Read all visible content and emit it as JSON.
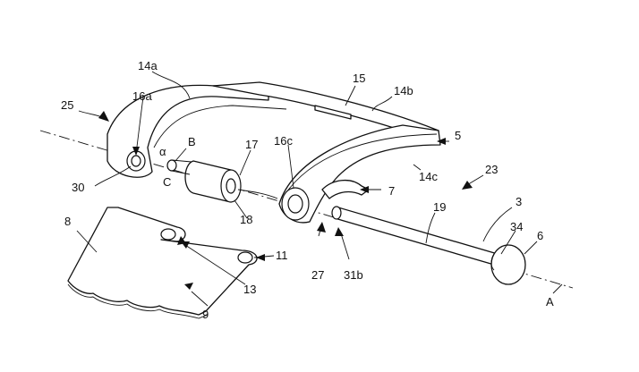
{
  "labels": {
    "l14a": "14a",
    "l15": "15",
    "l14b": "14b",
    "l25": "25",
    "l16a": "16a",
    "l5": "5",
    "lB": "B",
    "lalpha": "α",
    "lC": "C",
    "l17": "17",
    "l16c": "16c",
    "l30": "30",
    "l23": "23",
    "l14c": "14c",
    "l7": "7",
    "l3": "3",
    "l19": "19",
    "l18": "18",
    "l34": "34",
    "l6": "6",
    "l8": "8",
    "l11": "11",
    "l27": "27",
    "l31b": "31b",
    "l13": "13",
    "lA": "A",
    "l9": "9"
  }
}
